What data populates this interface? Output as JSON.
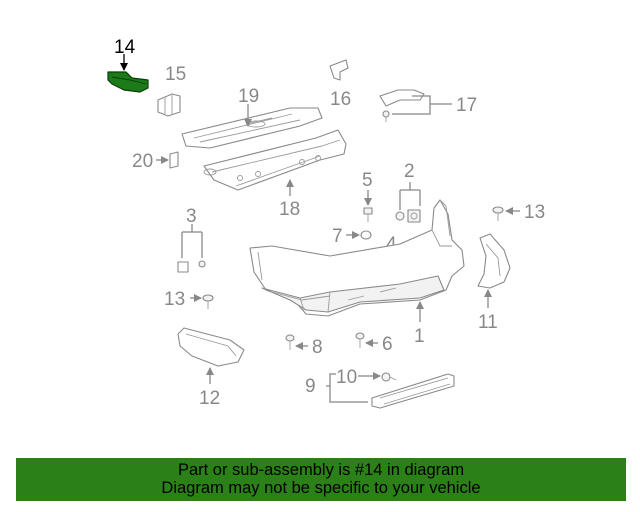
{
  "callouts": {
    "c1": "1",
    "c2": "2",
    "c3": "3",
    "c4a": "4",
    "c4b": "4",
    "c5": "5",
    "c6": "6",
    "c7": "7",
    "c8": "8",
    "c9": "9",
    "c10": "10",
    "c11": "11",
    "c12": "12",
    "c13a": "13",
    "c13b": "13",
    "c14": "14",
    "c15": "15",
    "c16": "16",
    "c17": "17",
    "c18": "18",
    "c19": "19",
    "c20": "20"
  },
  "highlighted_part": "14",
  "colors": {
    "highlight": "#1d7a18",
    "banner": "#2b8018",
    "callout": "#888888",
    "callout_highlight": "#000000"
  },
  "banner": {
    "line1": "Part or sub-assembly is #14 in diagram",
    "line2": "Diagram may not be specific to your vehicle"
  }
}
